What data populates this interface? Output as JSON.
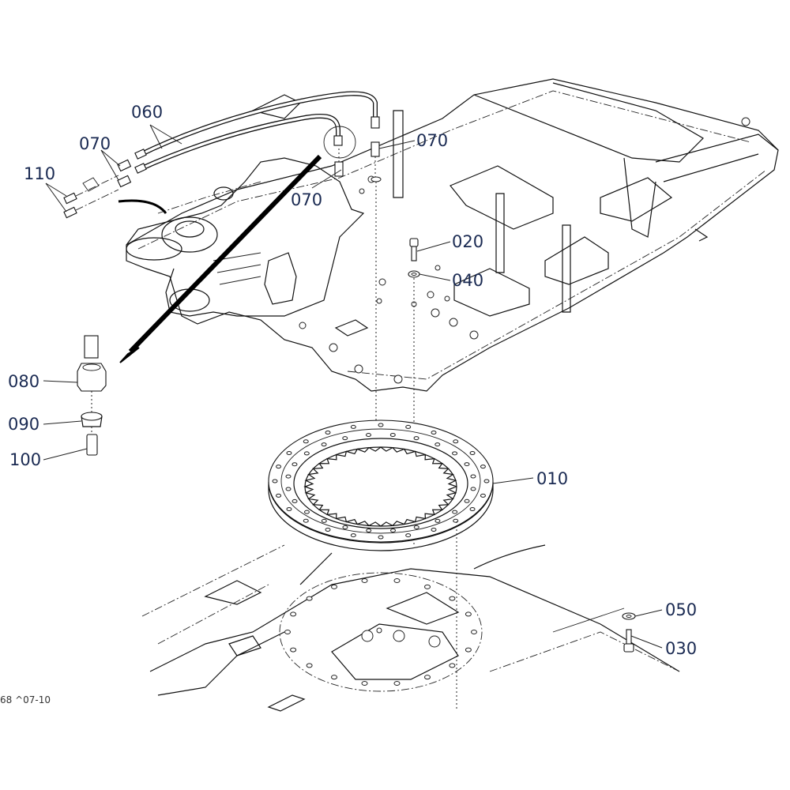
{
  "diagram": {
    "title": "Swivel / turntable bearing parts breakdown",
    "figure_reference": "68 ^07-10",
    "highlight_color": "#b9d6f2",
    "label_color": "#1a2a52",
    "callouts": [
      {
        "id": "c060",
        "part_no": "060",
        "part": "hose pair"
      },
      {
        "id": "c070a",
        "part_no": "070",
        "part": "adapter fittings (left)"
      },
      {
        "id": "c110",
        "part_no": "110",
        "part": "grease nipples"
      },
      {
        "id": "c070b",
        "part_no": "070",
        "part": "adapter fitting (right)"
      },
      {
        "id": "c070c",
        "part_no": "070",
        "part": "adapter fitting (center)"
      },
      {
        "id": "c020",
        "part_no": "020",
        "part": "bolt"
      },
      {
        "id": "c040",
        "part_no": "040",
        "part": "washer"
      },
      {
        "id": "c080",
        "part_no": "080",
        "part": "nut"
      },
      {
        "id": "c090",
        "part_no": "090",
        "part": "seal cap"
      },
      {
        "id": "c100",
        "part_no": "100",
        "part": "sleeve"
      },
      {
        "id": "c010",
        "part_no": "010",
        "part": "swing bearing (slewing ring)"
      },
      {
        "id": "c050",
        "part_no": "050",
        "part": "washer"
      },
      {
        "id": "c030",
        "part_no": "030",
        "part": "bolt"
      }
    ]
  }
}
